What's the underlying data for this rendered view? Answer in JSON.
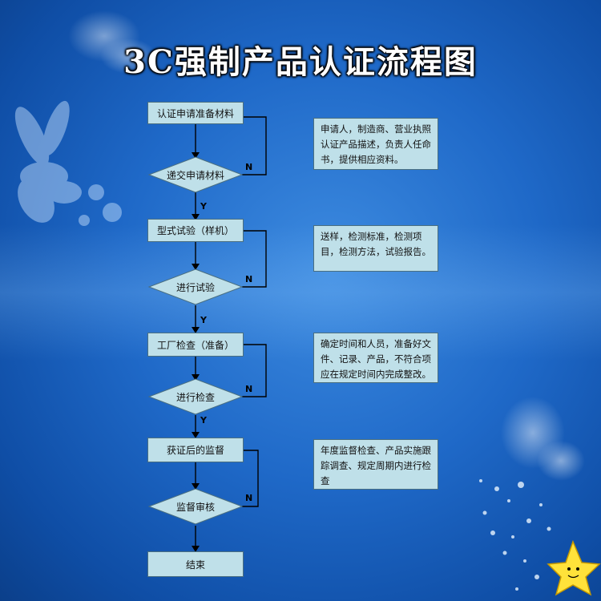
{
  "title": "3C强制产品认证流程图",
  "steps": [
    {
      "label": "认证申请准备材料"
    },
    {
      "label": "型式试验（样机）"
    },
    {
      "label": "工厂检查（准备）"
    },
    {
      "label": "获证后的监督"
    },
    {
      "label": "结束"
    }
  ],
  "decisions": [
    {
      "label": "递交申请材料"
    },
    {
      "label": "进行试验"
    },
    {
      "label": "进行检查"
    },
    {
      "label": "监督审核"
    }
  ],
  "yes_label": "Y",
  "no_label": "N",
  "notes": [
    {
      "text": "申请人，制造商、营业执照认证产品描述，负责人任命书，提供相应资料。"
    },
    {
      "text": "送样，检测标准，检测项目，检测方法，试验报告。"
    },
    {
      "text": "确定时间和人员，准备好文件、记录、产品，不符合项应在规定时间内完成整改。"
    },
    {
      "text": "年度监督检查、产品实施跟踪调查、规定周期内进行检查"
    }
  ],
  "colors": {
    "box_fill": "#bfe0e9",
    "box_border": "#4a6f80",
    "background": "#1f69c8"
  }
}
